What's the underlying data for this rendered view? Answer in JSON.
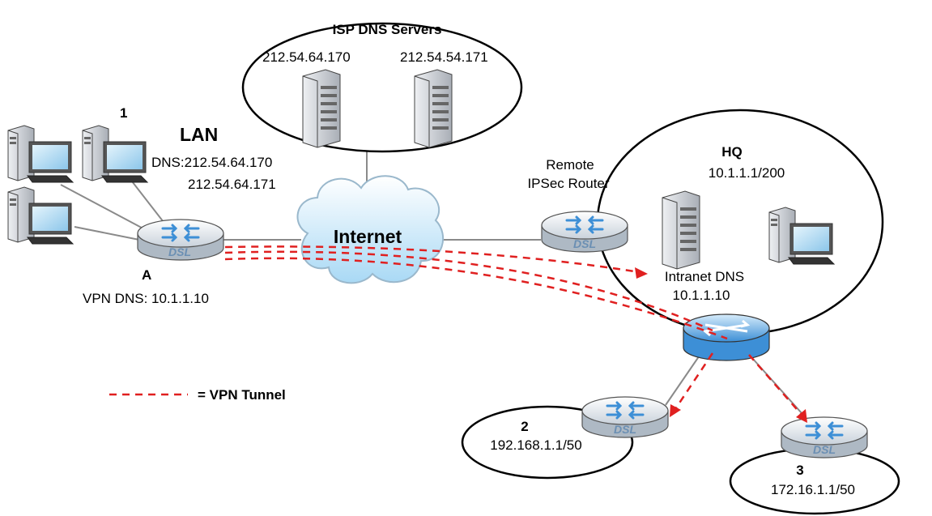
{
  "isp": {
    "title": "ISP DNS Servers",
    "server1_ip": "212.54.64.170",
    "server2_ip": "212.54.54.171"
  },
  "lan": {
    "number": "1",
    "title": "LAN",
    "dns_line1": "DNS:212.54.64.170",
    "dns_line2": "212.54.64.171",
    "router_label": "A",
    "vpn_dns": "VPN DNS: 10.1.1.10"
  },
  "internet": {
    "label": "Internet"
  },
  "remote": {
    "line1": "Remote",
    "line2": "IPSec Router"
  },
  "hq": {
    "title": "HQ",
    "subnet": "10.1.1.1/200",
    "dns_label": "Intranet DNS",
    "dns_ip": "10.1.1.10"
  },
  "site2": {
    "number": "2",
    "subnet": "192.168.1.1/50"
  },
  "site3": {
    "number": "3",
    "subnet": "172.16.1.1/50"
  },
  "legend": {
    "label": "= VPN Tunnel"
  },
  "router_text": "DSL",
  "colors": {
    "vpn_tunnel": "#e02020",
    "link": "#808080",
    "router_body": "#e9eef3",
    "switch_blue": "#3d8fd6",
    "server_body": "#c8ccd2",
    "monitor_screen": "#9fd0ee"
  }
}
